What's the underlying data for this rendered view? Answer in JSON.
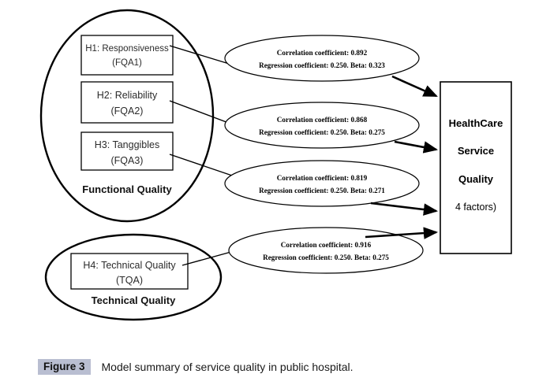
{
  "figure": {
    "badge": "Figure 3",
    "caption": "Model summary of service quality in public hospital."
  },
  "diagram": {
    "type": "path-model",
    "groups": [
      {
        "id": "functional-quality",
        "label": "Functional Quality",
        "constructs": [
          {
            "id": "h1",
            "line1": "H1: Responsiveness",
            "line2": "(FQA1)"
          },
          {
            "id": "h2",
            "line1": "H2: Reliability",
            "line2": "(FQA2)"
          },
          {
            "id": "h3",
            "line1": "H3: Tanggibles",
            "line2": "(FQA3)"
          }
        ]
      },
      {
        "id": "technical-quality",
        "label": "Technical Quality",
        "constructs": [
          {
            "id": "h4",
            "line1": "H4: Technical Quality",
            "line2": "(TQA)"
          }
        ]
      }
    ],
    "paths": [
      {
        "id": "path-h1",
        "from": "h1",
        "to": "outcome",
        "line1": "Correlation coefficient: 0.892",
        "line2": "Regression coefficient: 0.250. Beta: 0.323",
        "correlation_coefficient": 0.892,
        "regression_coefficient": 0.25,
        "beta": 0.323
      },
      {
        "id": "path-h2",
        "from": "h2",
        "to": "outcome",
        "line1": "Correlation coefficient: 0.868",
        "line2": "Regression coefficient: 0.250. Beta: 0.275",
        "correlation_coefficient": 0.868,
        "regression_coefficient": 0.25,
        "beta": 0.275
      },
      {
        "id": "path-h3",
        "from": "h3",
        "to": "outcome",
        "line1": "Correlation coefficient: 0.819",
        "line2": "Regression coefficient: 0.250. Beta: 0.271",
        "correlation_coefficient": 0.819,
        "regression_coefficient": 0.25,
        "beta": 0.271
      },
      {
        "id": "path-h4",
        "from": "h4",
        "to": "outcome",
        "line1": "Correlation coefficient: 0.916",
        "line2": "Regression coefficient: 0.250. Beta: 0.275",
        "correlation_coefficient": 0.916,
        "regression_coefficient": 0.25,
        "beta": 0.275
      }
    ],
    "outcome": {
      "id": "outcome",
      "line1": "HealthCare",
      "line2": "Service",
      "line3": "Quality",
      "line4": "4 factors)"
    }
  },
  "colors": {
    "stroke": "#000000",
    "background": "#ffffff",
    "badge_background": "#b9bed1",
    "text": "#1a1a1a"
  }
}
